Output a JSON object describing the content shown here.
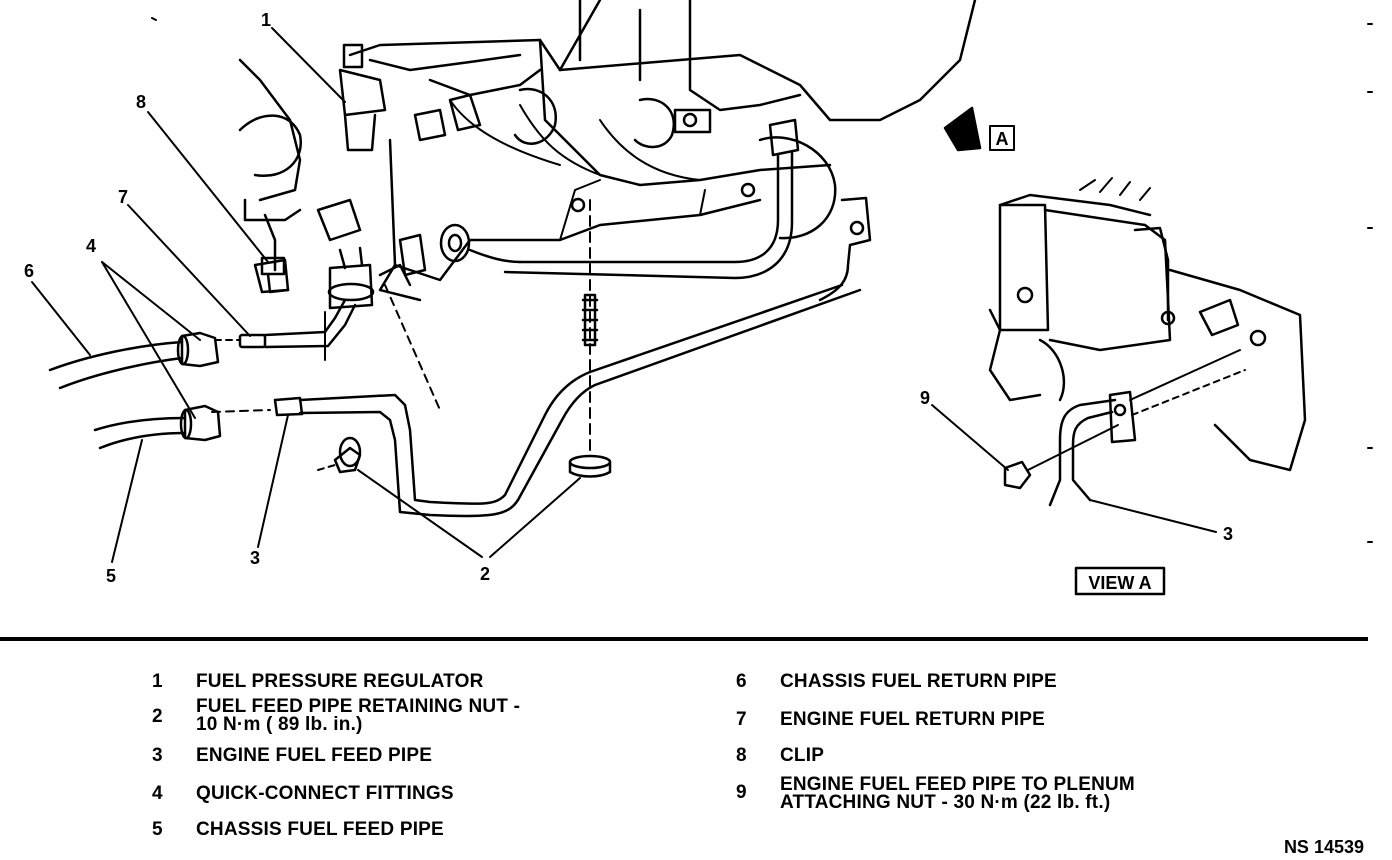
{
  "callouts": {
    "c1": "1",
    "c2": "2",
    "c3": "3",
    "c4": "4",
    "c5": "5",
    "c6": "6",
    "c7": "7",
    "c8": "8",
    "c9": "9",
    "c3b": "3"
  },
  "view_a_marker": "A",
  "view_a_label": "VIEW A",
  "legend": {
    "left": [
      {
        "num": "1",
        "text": "FUEL PRESSURE REGULATOR"
      },
      {
        "num": "2",
        "text": "FUEL FEED PIPE RETAINING NUT -\n10 N·m ( 89 lb. in.)"
      },
      {
        "num": "3",
        "text": "ENGINE FUEL FEED PIPE"
      },
      {
        "num": "4",
        "text": "QUICK-CONNECT FITTINGS"
      },
      {
        "num": "5",
        "text": "CHASSIS FUEL FEED PIPE"
      }
    ],
    "right": [
      {
        "num": "6",
        "text": "CHASSIS FUEL RETURN PIPE"
      },
      {
        "num": "7",
        "text": "ENGINE FUEL RETURN PIPE"
      },
      {
        "num": "8",
        "text": "CLIP"
      },
      {
        "num": "9",
        "text": "ENGINE FUEL FEED PIPE TO PLENUM\nATTACHING NUT - 30 N·m (22 lb. ft.)"
      }
    ]
  },
  "figure_id": "NS 14539"
}
